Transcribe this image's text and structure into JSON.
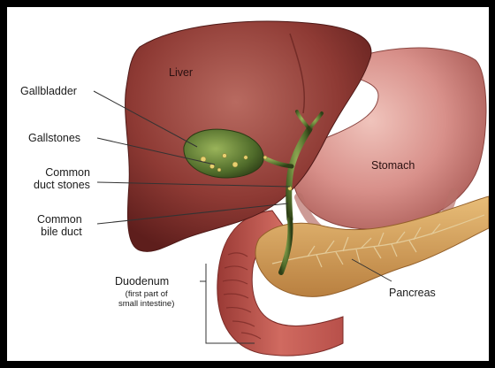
{
  "labels": {
    "liver": "Liver",
    "stomach": "Stomach",
    "gallbladder": "Gallbladder",
    "gallstones": "Gallstones",
    "common_duct_stones": [
      "Common",
      "duct stones"
    ],
    "common_bile_duct": [
      "Common",
      "bile duct"
    ],
    "duodenum": "Duodenum",
    "duodenum_note": [
      "(first part of",
      "small intestine)"
    ],
    "pancreas": "Pancreas"
  },
  "colors": {
    "frame": "#000000",
    "background": "#ffffff",
    "liver": "#8e3a34",
    "liver_highlight": "#b5615a",
    "stomach": "#d8908a",
    "gallbladder": "#4f6b2a",
    "bile_duct": "#7a9440",
    "pancreas": "#d9a45a",
    "duodenum": "#c45a52",
    "leader_line": "#333333"
  }
}
